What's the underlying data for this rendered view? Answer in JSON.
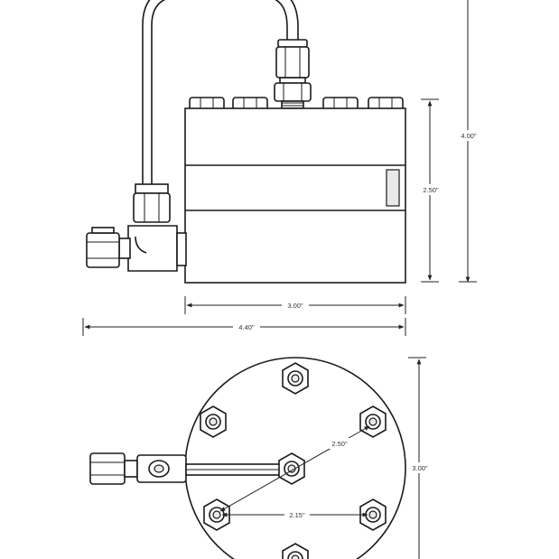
{
  "dimensions": {
    "height_total": "4.00\"",
    "height_body": "2.50\"",
    "width_body": "3.00\"",
    "width_total": "4.40\"",
    "bolt_circle": "2.50\"",
    "bolt_spacing": "2.15\"",
    "flange_diameter": "3.00\""
  },
  "views": [
    "side-elevation",
    "top-plan"
  ],
  "colors": {
    "line": "#1a1a1a",
    "background": "#ffffff",
    "shade": "#e9e9e9"
  }
}
